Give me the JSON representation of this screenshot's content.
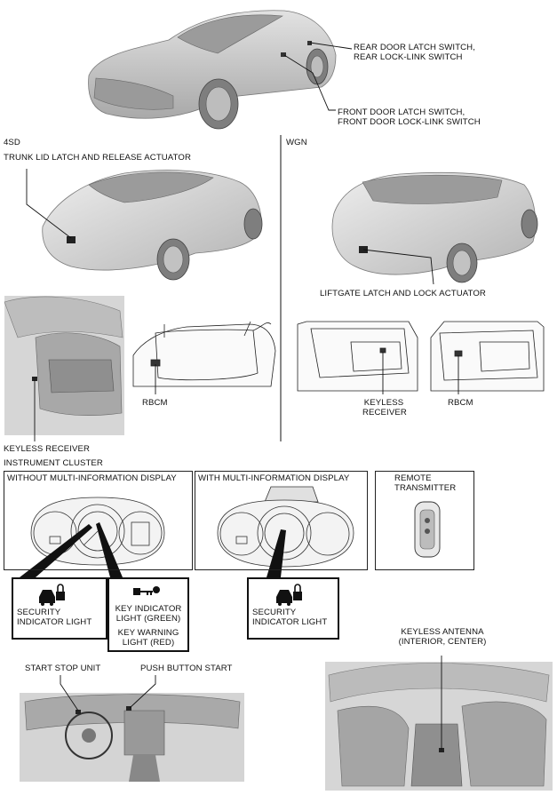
{
  "labels": {
    "rear_door": [
      "REAR DOOR LATCH SWITCH,",
      "REAR LOCK-LINK SWITCH"
    ],
    "front_door": [
      "FRONT DOOR LATCH SWITCH,",
      "FRONT DOOR LOCK-LINK SWITCH"
    ],
    "sd_variant": "4SD",
    "wgn_variant": "WGN",
    "trunk": "TRUNK LID LATCH AND RELEASE ACTUATOR",
    "liftgate": "LIFTGATE LATCH AND LOCK ACTUATOR",
    "rbcm_left": "RBCM",
    "rbcm_right": "RBCM",
    "keyless_receiver_right": [
      "KEYLESS",
      "RECEIVER"
    ],
    "keyless_receiver_left": "KEYLESS RECEIVER",
    "instrument_cluster": "INSTRUMENT CLUSTER",
    "without_mid": "WITHOUT MULTI-INFORMATION DISPLAY",
    "with_mid": "WITH MULTI-INFORMATION DISPLAY",
    "remote": [
      "REMOTE",
      "TRANSMITTER"
    ],
    "security_1": [
      "SECURITY",
      "INDICATOR LIGHT"
    ],
    "key_indicator": [
      "KEY INDICATOR",
      "LIGHT (GREEN)"
    ],
    "key_warning": [
      "KEY WARNING",
      "LIGHT (RED)"
    ],
    "security_2": [
      "SECURITY",
      "INDICATOR LIGHT"
    ],
    "keyless_antenna": [
      "KEYLESS ANTENNA",
      "(INTERIOR, CENTER)"
    ],
    "start_stop": "START STOP UNIT",
    "push_button": "PUSH BUTTON START"
  },
  "colors": {
    "art_fill": "#c9c9c9",
    "art_dark": "#8a8a8a",
    "line": "#111111"
  }
}
